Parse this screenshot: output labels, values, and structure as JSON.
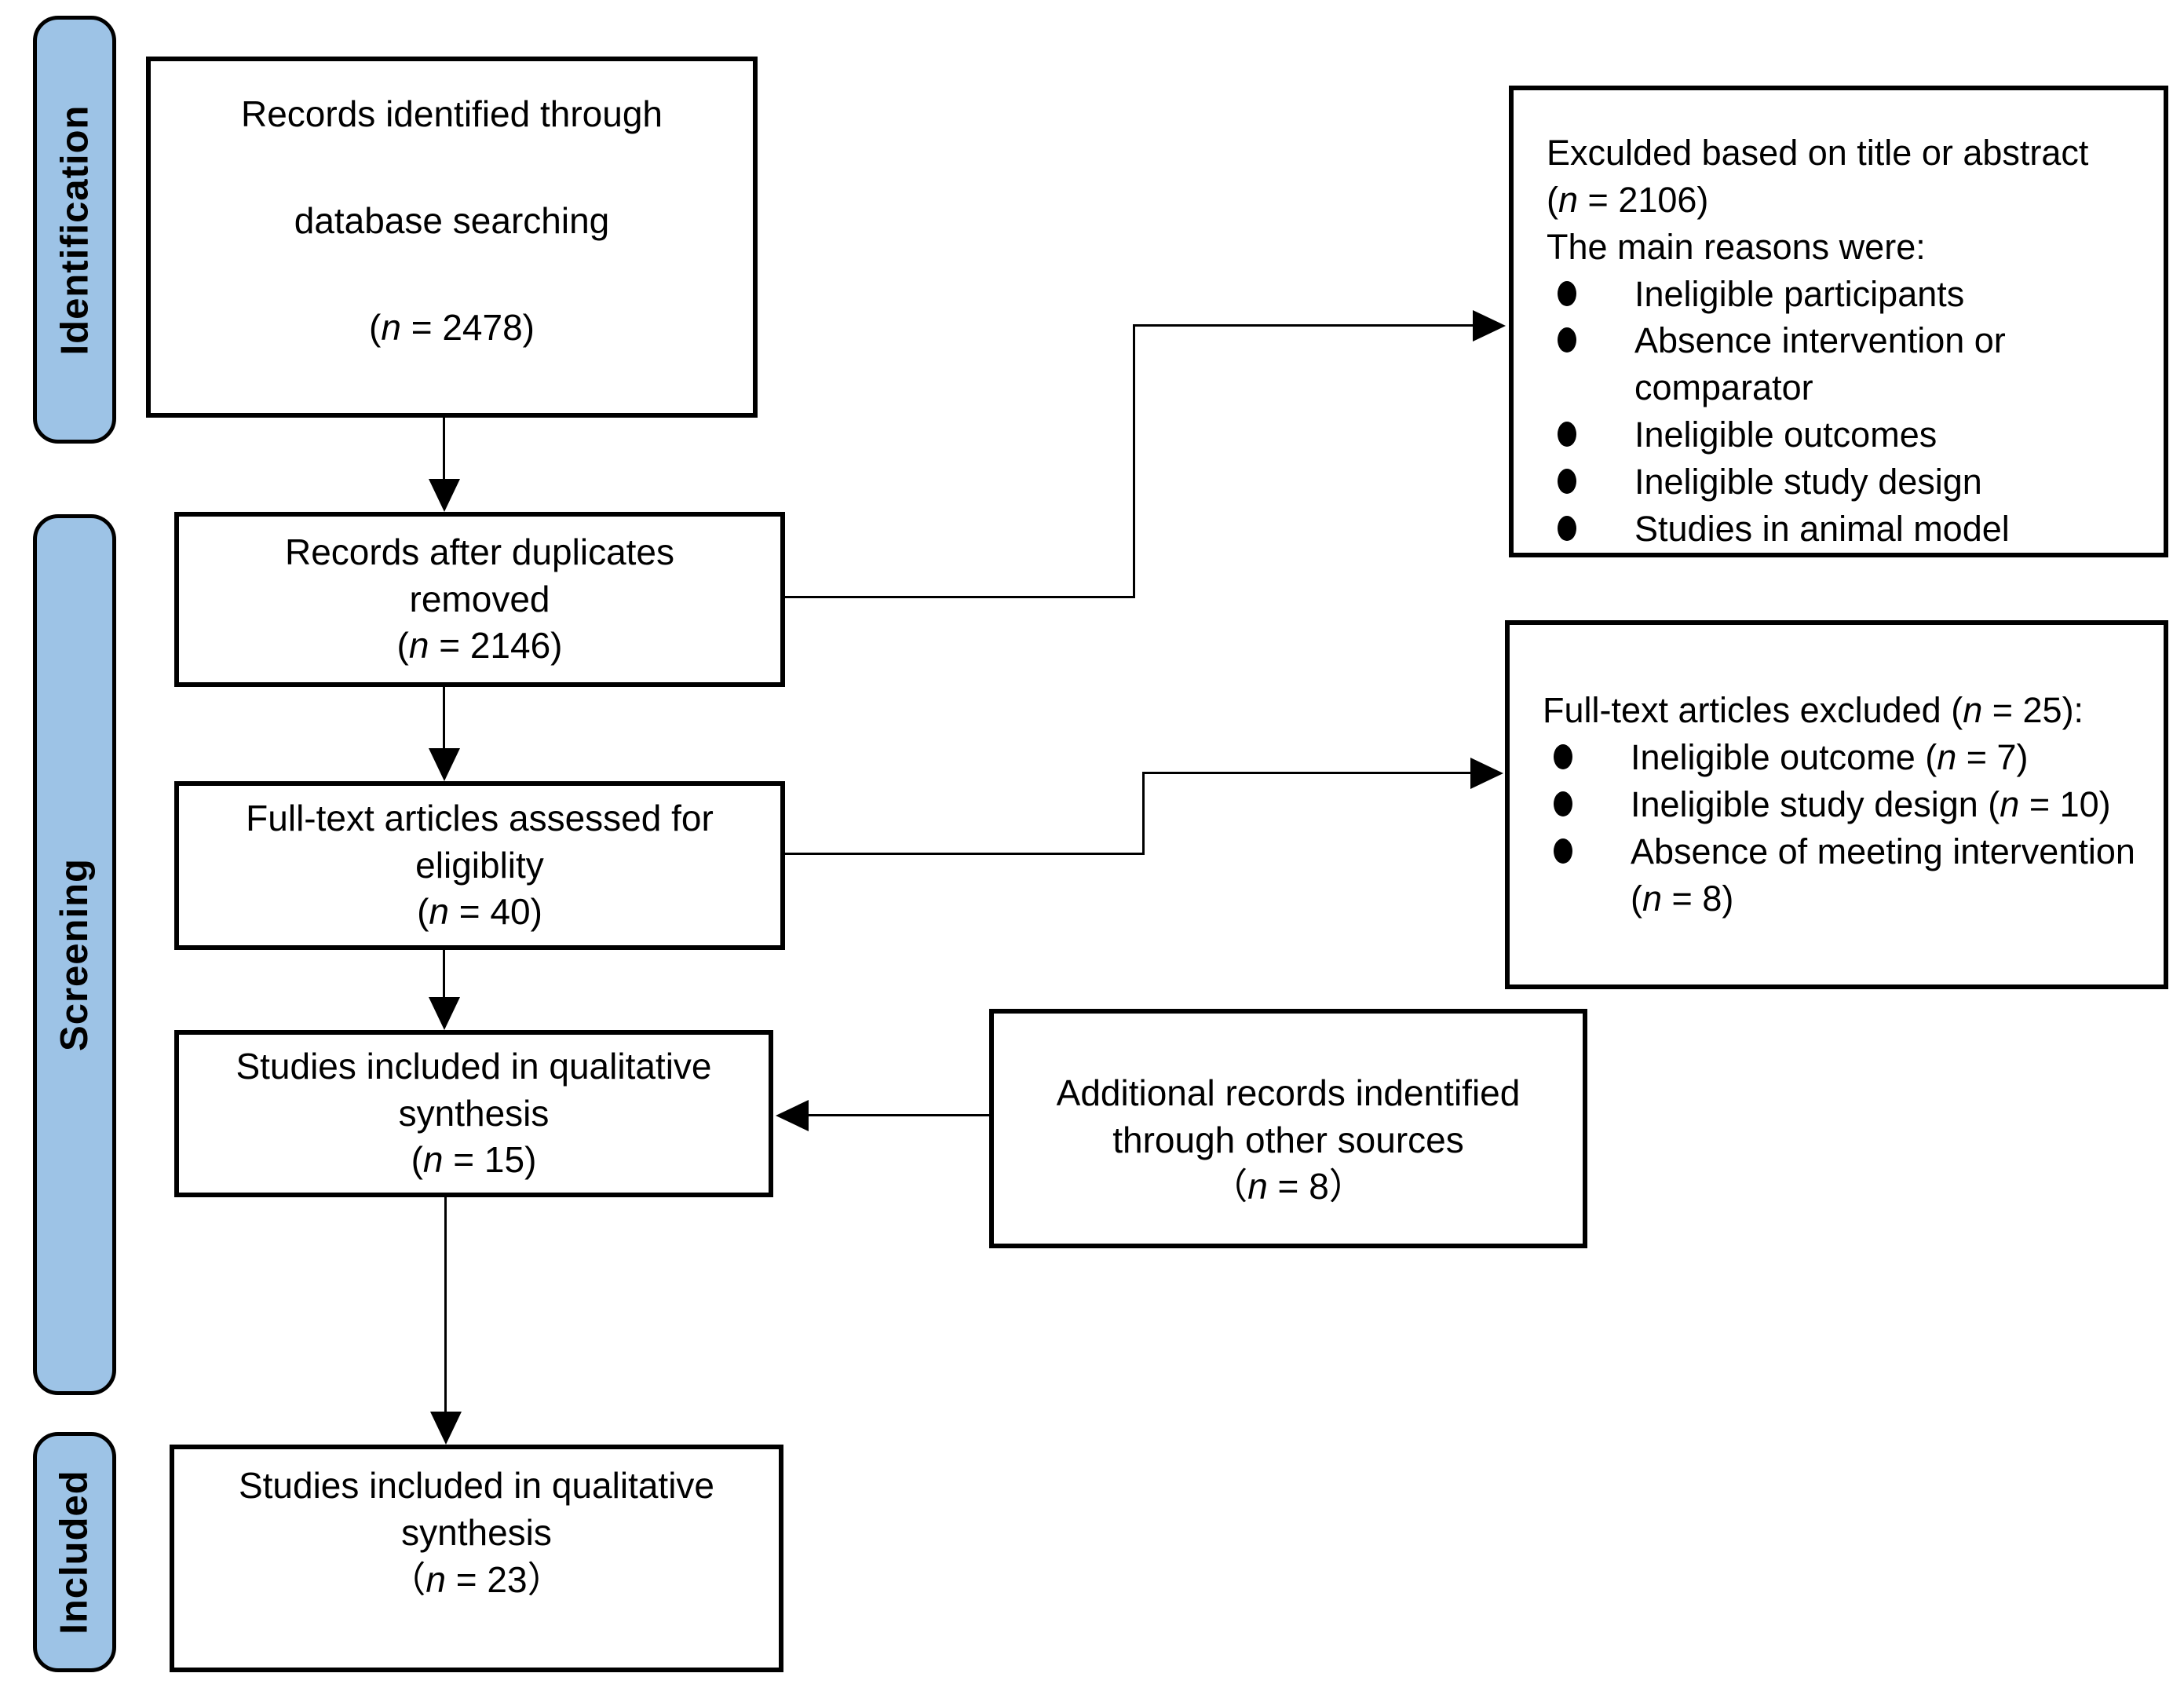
{
  "sidebar": {
    "identification": "Identification",
    "screening": "Screening",
    "included": "Included"
  },
  "accent_color": "#9DC3E6",
  "boxes": {
    "records_identified": {
      "line1": "Records identified through",
      "line2": "database searching",
      "count": [
        {
          "t": "("
        },
        {
          "t": "n",
          "i": true
        },
        {
          "t": " = 2478)"
        }
      ]
    },
    "records_after_duplicates": {
      "line1": "Records after duplicates",
      "line2": "removed",
      "count": [
        {
          "t": "("
        },
        {
          "t": "n",
          "i": true
        },
        {
          "t": " = 2146)"
        }
      ]
    },
    "fulltext_assessed": {
      "line1": "Full-text articles assessed for",
      "line2": "eligiblity",
      "count": [
        {
          "t": "("
        },
        {
          "t": "n",
          "i": true
        },
        {
          "t": " = 40)"
        }
      ]
    },
    "qualitative_synthesis_15": {
      "line1": "Studies included in qualitative",
      "line2": "synthesis",
      "count": [
        {
          "t": "("
        },
        {
          "t": "n",
          "i": true
        },
        {
          "t": " = 15)"
        }
      ]
    },
    "qualitative_synthesis_23": {
      "line1": "Studies included in qualitative",
      "line2": "synthesis",
      "count": [
        {
          "t": "（"
        },
        {
          "t": "n",
          "i": true
        },
        {
          "t": " = 23）"
        }
      ]
    },
    "additional_records": {
      "line1": "Additional records indentified",
      "line2": "through other sources",
      "count": [
        {
          "t": "（"
        },
        {
          "t": "n",
          "i": true
        },
        {
          "t": " = 8）"
        }
      ]
    },
    "excluded_title_abstract": {
      "lines": [
        [
          {
            "t": "Exculded based on title or abstract"
          }
        ],
        [
          {
            "t": "("
          },
          {
            "t": "n",
            "i": true
          },
          {
            "t": " = 2106)"
          }
        ],
        [
          {
            "t": "The main reasons were:"
          }
        ]
      ],
      "bullets": [
        [
          {
            "t": "Ineligible participants"
          }
        ],
        [
          {
            "t": "Absence intervention or comparator"
          }
        ],
        [
          {
            "t": "Ineligible outcomes"
          }
        ],
        [
          {
            "t": "Ineligible study design"
          }
        ],
        [
          {
            "t": "Studies in animal model"
          }
        ]
      ]
    },
    "fulltext_excluded": {
      "lines": [
        [
          {
            "t": "Full-text articles excluded ("
          },
          {
            "t": "n",
            "i": true
          },
          {
            "t": " = 25):"
          }
        ]
      ],
      "bullets": [
        [
          {
            "t": "Ineligible outcome ("
          },
          {
            "t": "n",
            "i": true
          },
          {
            "t": " = 7)"
          }
        ],
        [
          {
            "t": "Ineligible study design ("
          },
          {
            "t": "n",
            "i": true
          },
          {
            "t": " = 10)"
          }
        ],
        [
          {
            "t": "Absence of meeting intervention ("
          },
          {
            "t": "n",
            "i": true
          },
          {
            "t": " = 8)"
          }
        ]
      ]
    }
  }
}
